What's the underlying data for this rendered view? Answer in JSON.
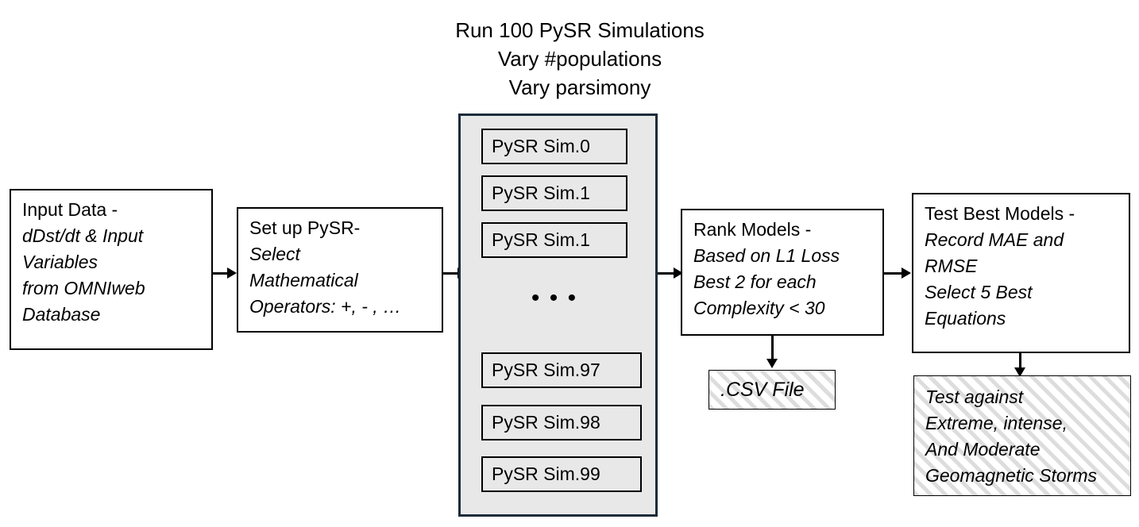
{
  "title": {
    "line1": "Run 100 PySR Simulations",
    "line2": "Vary #populations",
    "line3": "Vary parsimony"
  },
  "boxes": {
    "input_data": {
      "heading": "Input Data -",
      "line1": "dDst/dt & Input",
      "line2": "Variables",
      "line3": "from OMNIweb",
      "line4": "Database"
    },
    "setup_pysr": {
      "heading": "Set up PySR-",
      "line1": "Select",
      "line2": "Mathematical",
      "line3": "Operators: +, - , …"
    },
    "rank_models": {
      "heading": "Rank Models -",
      "line1": "Based on L1 Loss",
      "line2": "Best 2 for each",
      "line3": "Complexity < 30"
    },
    "csv_file": {
      "label": ".CSV File"
    },
    "test_best_models": {
      "heading": "Test Best Models -",
      "line1": "Record MAE and",
      "line2": "RMSE",
      "line3": "Select 5 Best",
      "line4": "Equations"
    },
    "storm_test": {
      "line1": "Test against",
      "line2": "Extreme, intense,",
      "line3": "And Moderate",
      "line4": "Geomagnetic Storms"
    }
  },
  "simulations": {
    "ellipsis": "• • •",
    "top": [
      {
        "label": "PySR Sim.0"
      },
      {
        "label": "PySR Sim.1"
      },
      {
        "label": "PySR Sim.1"
      }
    ],
    "bottom": [
      {
        "label": "PySR Sim.97"
      },
      {
        "label": "PySR Sim.98"
      },
      {
        "label": "PySR Sim.99"
      }
    ]
  },
  "colors": {
    "container_border": "#1b2b3a",
    "container_fill": "#e8e8e8",
    "box_border": "#000000",
    "hatch": "#dddddd",
    "text": "#000000"
  }
}
